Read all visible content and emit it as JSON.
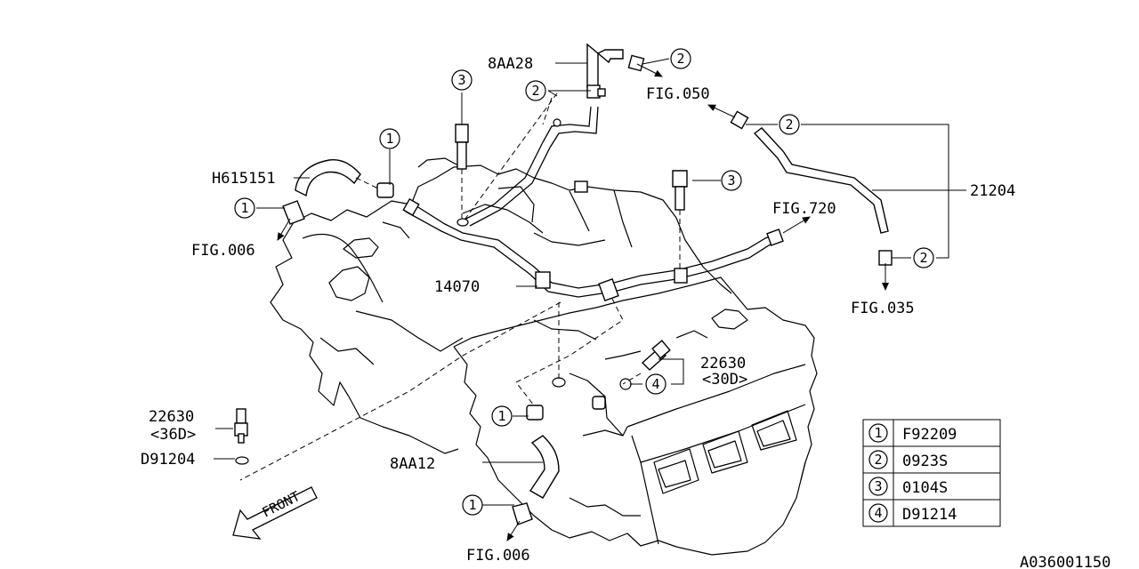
{
  "labels": {
    "part_8aa28": "8AA28",
    "part_h615151": "H615151",
    "part_21204": "21204",
    "part_14070": "14070",
    "part_22630_a": "22630",
    "part_22630_a_sub": "<30D>",
    "part_22630_b": "22630",
    "part_22630_b_sub": "<36D>",
    "part_d91204": "D91204",
    "part_8aa12": "8AA12",
    "fig_050": "FIG.050",
    "fig_006_top": "FIG.006",
    "fig_720": "FIG.720",
    "fig_035": "FIG.035",
    "fig_006_bottom": "FIG.006",
    "front": "FRONT",
    "drawing_id": "A036001150"
  },
  "callouts": [
    "1",
    "2",
    "3",
    "4"
  ],
  "legend": [
    {
      "num": "1",
      "part": "F92209"
    },
    {
      "num": "2",
      "part": "0923S"
    },
    {
      "num": "3",
      "part": "0104S"
    },
    {
      "num": "4",
      "part": "D91214"
    }
  ]
}
